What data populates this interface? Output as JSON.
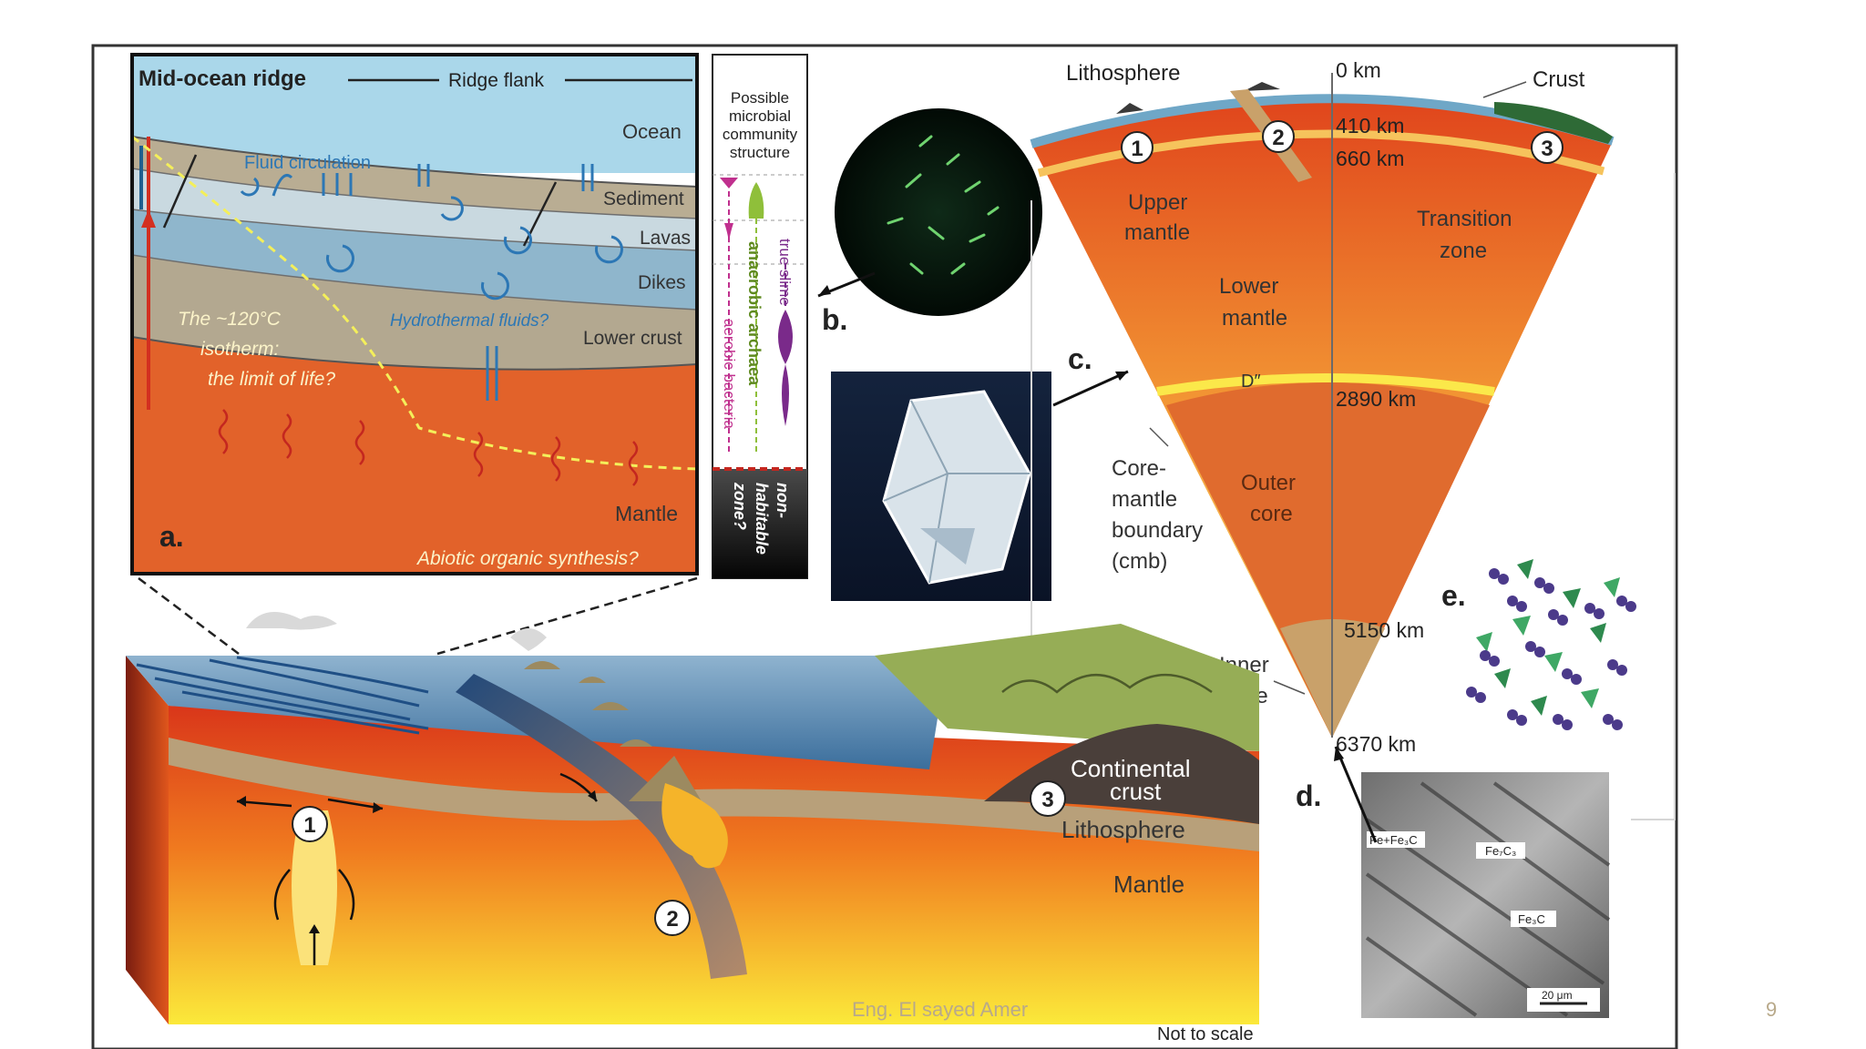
{
  "panel_a": {
    "title": "Mid-ocean ridge",
    "ridge_flank": "Ridge flank",
    "ocean": "Ocean",
    "fluid_circulation": "Fluid circulation",
    "sediment": "Sediment",
    "lavas": "Lavas",
    "dikes": "Dikes",
    "lower_crust": "Lower crust",
    "mantle": "Mantle",
    "isotherm_line1": "The ~120°C",
    "isotherm_line2": "isotherm:",
    "isotherm_line3": "the limit of life?",
    "hydrothermal": "Hydrothermal fluids?",
    "abiotic": "Abiotic organic synthesis?",
    "label": "a."
  },
  "community_column": {
    "header_line1": "Possible",
    "header_line2": "microbial",
    "header_line3": "community",
    "header_line4": "structure",
    "true_slime": "true slime",
    "anaerobic_archaea": "anaerobic archaea",
    "aerobic_bacteria": "aerobic bacteria",
    "non_habitable_line1": "non-",
    "non_habitable_line2": "habitable",
    "non_habitable_line3": "zone?"
  },
  "panel_b": {
    "label": "b."
  },
  "panel_c": {
    "label": "c.",
    "lithosphere": "Lithosphere",
    "crust": "Crust",
    "d0": "0 km",
    "d410": "410 km",
    "d660": "660 km",
    "d2890": "2890 km",
    "d5150": "5150 km",
    "d6370": "6370 km",
    "upper_mantle_1": "Upper",
    "upper_mantle_2": "mantle",
    "transition_1": "Transition",
    "transition_2": "zone",
    "lower_mantle_1": "Lower",
    "lower_mantle_2": "mantle",
    "d_double_prime": "D″",
    "cmb_1": "Core-",
    "cmb_2": "mantle",
    "cmb_3": "boundary",
    "cmb_4": "(cmb)",
    "outer_core_1": "Outer",
    "outer_core_2": "core",
    "inner_core_1": "Inner",
    "inner_core_2": "core",
    "m1": "1",
    "m2": "2",
    "m3": "3"
  },
  "panel_d": {
    "label": "d.",
    "fe_fe3c": "Fe+Fe₃C",
    "fe7c3": "Fe₇C₃",
    "fe3c": "Fe₃C",
    "scale": "20 μm"
  },
  "panel_e": {
    "label": "e."
  },
  "block": {
    "continental_1": "Continental",
    "continental_2": "crust",
    "lithosphere": "Lithosphere",
    "mantle": "Mantle",
    "not_to_scale": "Not to scale",
    "m1": "1",
    "m2": "2",
    "m3": "3"
  },
  "footer": {
    "author": "Eng. El sayed Amer",
    "page": "9"
  }
}
